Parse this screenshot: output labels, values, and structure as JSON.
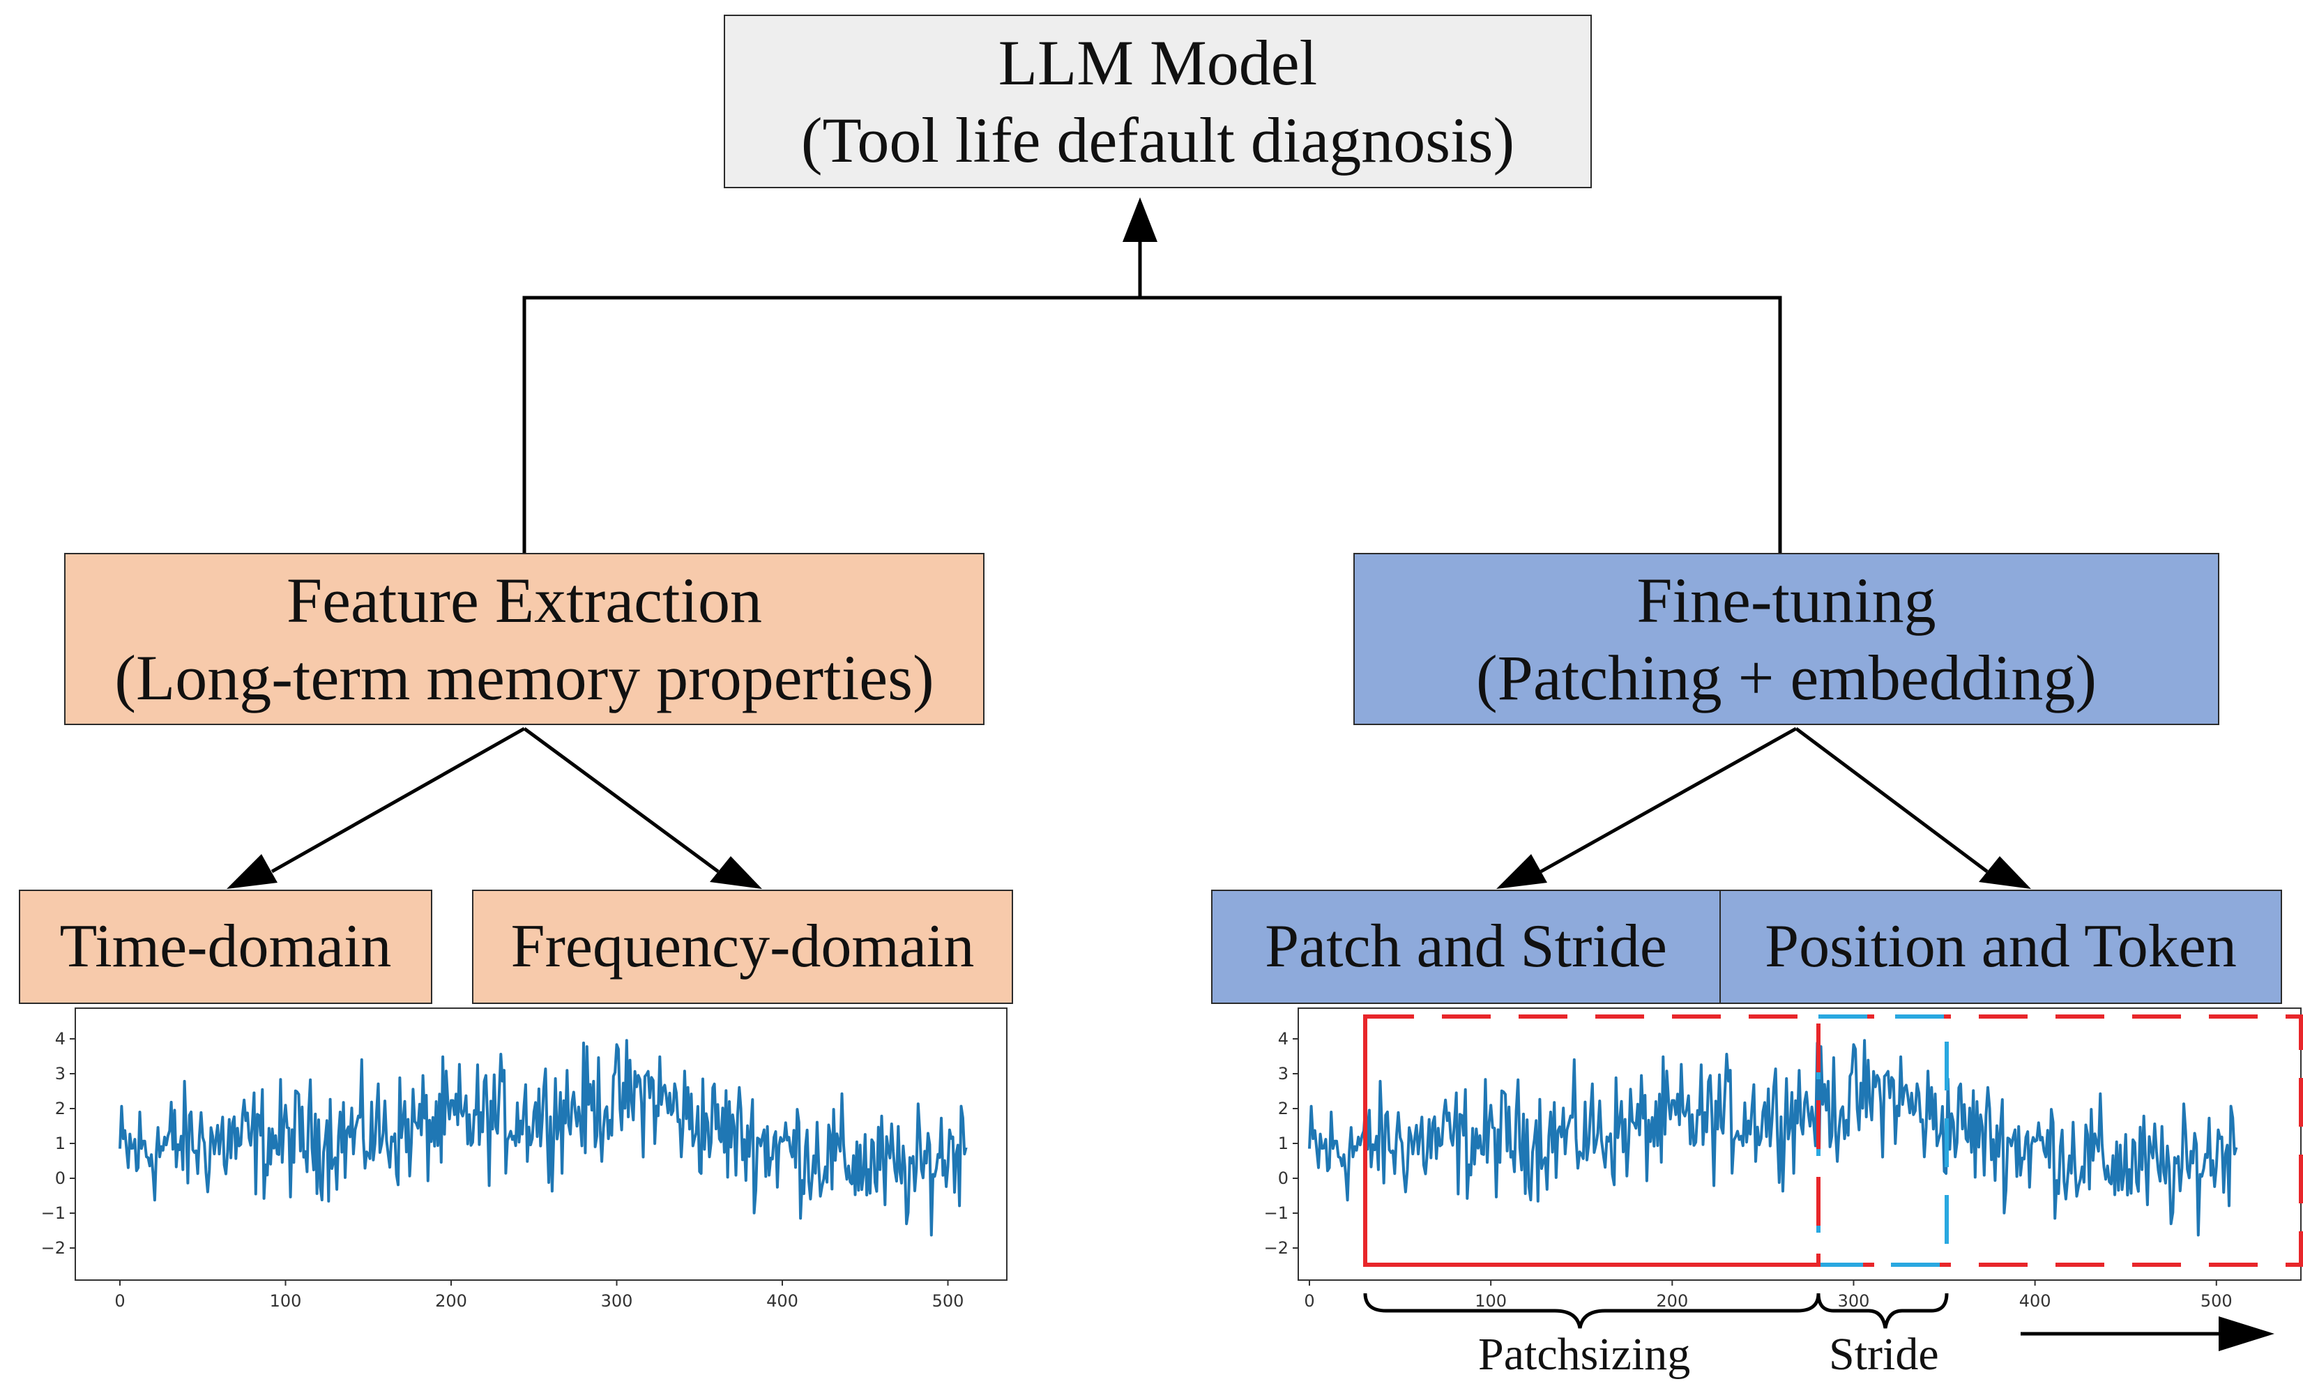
{
  "top_box": {
    "line1": "LLM Model",
    "line2": "(Tool life default diagnosis)",
    "fill": "#eeeeee"
  },
  "left_box": {
    "line1": "Feature Extraction",
    "line2": "(Long-term memory properties)",
    "fill": "#f7caab"
  },
  "right_box": {
    "line1": "Fine-tuning",
    "line2": "(Patching + embedding)",
    "fill": "#8eaadb"
  },
  "time_domain": {
    "label": "Time-domain"
  },
  "frequency_domain": {
    "label": "Frequency-domain"
  },
  "patch_stride": {
    "label": "Patch and Stride"
  },
  "position_token": {
    "label": "Position and Token"
  },
  "annotations": {
    "patchsizing": "Patchsizing",
    "stride": "Stride"
  },
  "colors": {
    "line": "#1f77b4",
    "patch": "#e8262a",
    "stride": "#29a8e0",
    "connector": "#000000"
  },
  "chart_data": {
    "type": "line",
    "series": [
      {
        "samples": 512
      }
    ],
    "x_ticks": [
      "0",
      "100",
      "200",
      "300",
      "400",
      "500"
    ],
    "y_ticks": [
      "4",
      "3",
      "2",
      "1",
      "0",
      "−1",
      "−2"
    ],
    "xlim": [
      0,
      512
    ],
    "ylim": [
      -2.5,
      4.6
    ],
    "trend_points": [
      [
        0,
        0.7
      ],
      [
        40,
        1.0
      ],
      [
        100,
        1.1
      ],
      [
        160,
        1.3
      ],
      [
        200,
        1.6
      ],
      [
        260,
        1.9
      ],
      [
        300,
        2.2
      ],
      [
        320,
        2.5
      ],
      [
        340,
        1.8
      ],
      [
        380,
        1.1
      ],
      [
        420,
        0.7
      ],
      [
        460,
        0.3
      ],
      [
        480,
        0.1
      ],
      [
        500,
        0.8
      ],
      [
        512,
        1.0
      ]
    ],
    "grid": false
  }
}
